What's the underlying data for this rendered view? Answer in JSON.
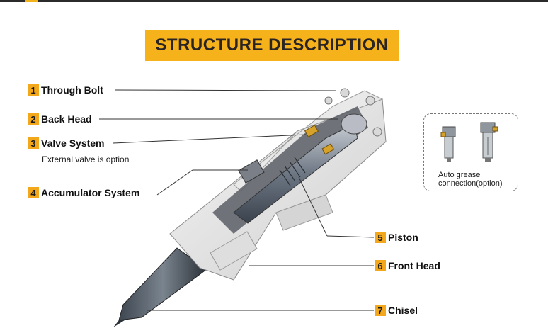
{
  "title": "STRUCTURE DESCRIPTION",
  "colors": {
    "accent": "#f2a81a",
    "title_bg": "#f5b21b",
    "text": "#111111",
    "leader": "#333333"
  },
  "labels": [
    {
      "num": "1",
      "text": "Through Bolt"
    },
    {
      "num": "2",
      "text": "Back Head"
    },
    {
      "num": "3",
      "text": "Valve System"
    },
    {
      "num": "4",
      "text": "Accumulator System"
    },
    {
      "num": "5",
      "text": "Piston"
    },
    {
      "num": "6",
      "text": "Front Head"
    },
    {
      "num": "7",
      "text": "Chisel"
    }
  ],
  "valve_note": "External valve is option",
  "grease": {
    "line1": "Auto grease",
    "line2": "connection(option)"
  }
}
